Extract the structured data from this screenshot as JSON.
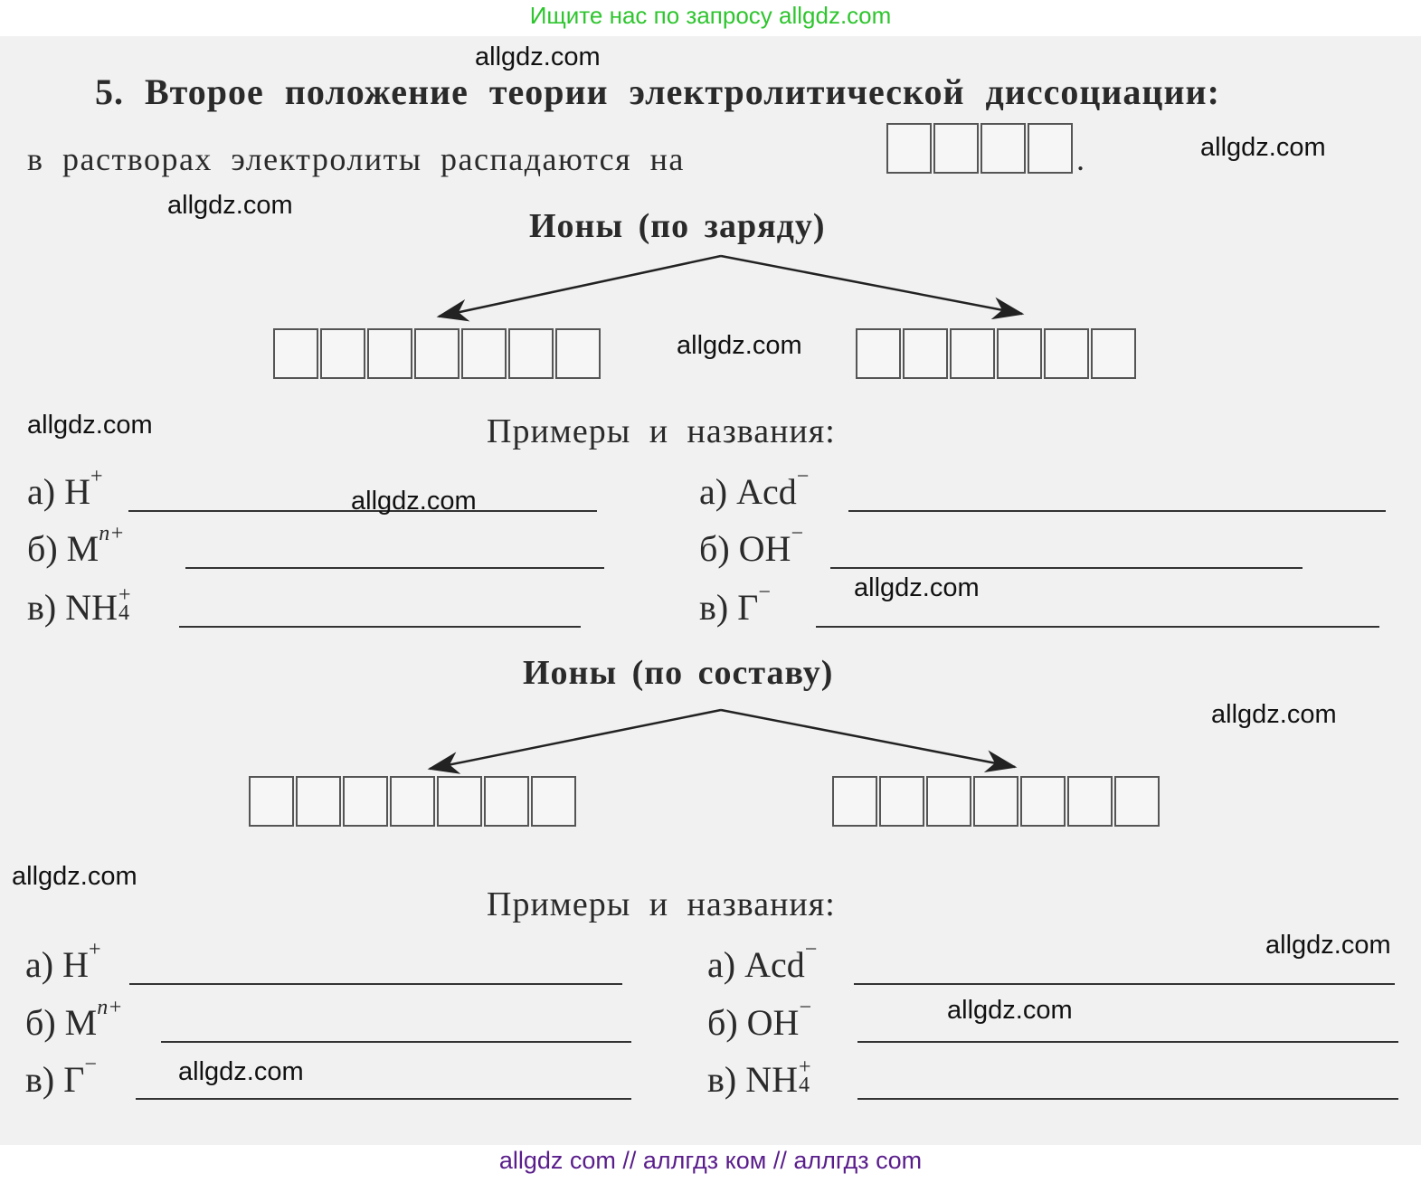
{
  "top_banner": "Ищите нас по запросу allgdz.com",
  "bottom_banner": "allgdz com  //  аллгдз ком  //  аллгдз com",
  "watermark": "allgdz.com",
  "task": {
    "title": "5. Второе положение теории электролитической диссоциации:",
    "statement": "в растворах электролиты распадаются на",
    "statement_end": ".",
    "answer_boxes": 4
  },
  "section1": {
    "heading": "Ионы (по заряду)",
    "left_boxes": 7,
    "right_boxes": 6,
    "examples_heading": "Примеры и названия:",
    "left": [
      {
        "label": "а)",
        "ion": "H",
        "sup": "+",
        "sub": ""
      },
      {
        "label": "б)",
        "ion": "M",
        "sup": "n+",
        "sub": ""
      },
      {
        "label": "в)",
        "ion": "NH",
        "sup": "+",
        "sub": "4"
      }
    ],
    "right": [
      {
        "label": "а)",
        "ion": "Acd",
        "sup": "−",
        "sub": ""
      },
      {
        "label": "б)",
        "ion": "OH",
        "sup": "−",
        "sub": ""
      },
      {
        "label": "в)",
        "ion": "Г",
        "sup": "−",
        "sub": ""
      }
    ]
  },
  "section2": {
    "heading": "Ионы (по составу)",
    "left_boxes": 7,
    "right_boxes": 7,
    "examples_heading": "Примеры и названия:",
    "left": [
      {
        "label": "а)",
        "ion": "H",
        "sup": "+",
        "sub": ""
      },
      {
        "label": "б)",
        "ion": "M",
        "sup": "n+",
        "sub": ""
      },
      {
        "label": "в)",
        "ion": "Г",
        "sup": "−",
        "sub": ""
      }
    ],
    "right": [
      {
        "label": "а)",
        "ion": "Acd",
        "sup": "−",
        "sub": ""
      },
      {
        "label": "б)",
        "ion": "OH",
        "sup": "−",
        "sub": ""
      },
      {
        "label": "в)",
        "ion": "NH",
        "sup": "+",
        "sub": "4"
      }
    ]
  }
}
